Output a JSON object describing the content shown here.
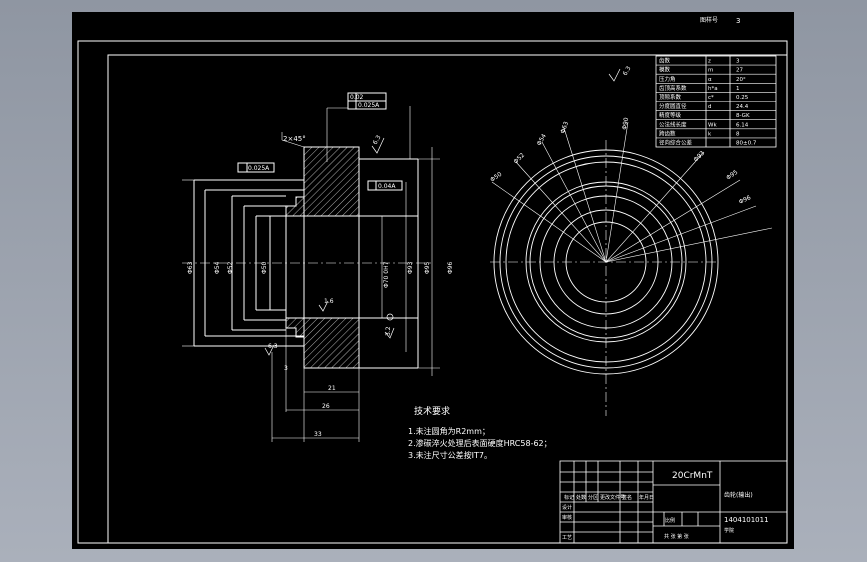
{
  "header": {
    "label": "图样号",
    "value": "3"
  },
  "section_view": {
    "tolerance_top_1": "0.02",
    "tolerance_top_2": "0.025A",
    "runout_left": "0.025A",
    "runout_right": "0.04A",
    "chamfer": "2×45°",
    "roughness_mark": "6.3",
    "roughness_inner": "1.6",
    "roughness_side": "3.2",
    "roughness_top": "6.3",
    "bore_label": "Φ70 0H7",
    "left_diameters": [
      "Φ63",
      "Φ54",
      "Φ52",
      "Φ50"
    ],
    "right_diameters": [
      "Φ93",
      "Φ95",
      "Φ96"
    ],
    "dims_bottom": [
      "21",
      "26",
      "33"
    ],
    "dim_small": "3"
  },
  "gear_view": {
    "diameters": [
      "Φ50",
      "Φ52",
      "Φ54",
      "Φ63",
      "Φ90",
      "Φ93",
      "Φ95",
      "Φ96"
    ],
    "roughness_mark": "6.3"
  },
  "params_table": {
    "rows": [
      [
        "齿数",
        "z",
        "3"
      ],
      [
        "模数",
        "m",
        "27"
      ],
      [
        "压力角",
        "α",
        "20°"
      ],
      [
        "齿顶高系数",
        "h*a",
        "1"
      ],
      [
        "顶隙系数",
        "c*",
        "0.25"
      ],
      [
        "分度圆直径",
        "d",
        "24.4"
      ],
      [
        "精度等级",
        "",
        "8-GK"
      ],
      [
        "公法线长度",
        "Wk",
        "6.14"
      ],
      [
        "跨齿数",
        "k",
        "8"
      ],
      [
        "径向综合公差",
        "",
        "80±0.7"
      ]
    ]
  },
  "notes": {
    "title": "技术要求",
    "items": [
      "1.未注圆角为R2mm；",
      "2.渗碳淬火处理后表面硬度HRC58-62；",
      "3.未注尺寸公差按IT7。"
    ]
  },
  "title_block": {
    "material": "20CrMnT",
    "part_name": "齿轮(输出)",
    "drawing_no": "1404101011",
    "scale_label": "比例",
    "sheet_label": "共 张 第 张",
    "company": "学院",
    "small_labels": [
      "标记",
      "处数",
      "分区",
      "更改文件号",
      "签名",
      "年月日"
    ],
    "row_labels": [
      "设计",
      "审核",
      "工艺"
    ]
  }
}
